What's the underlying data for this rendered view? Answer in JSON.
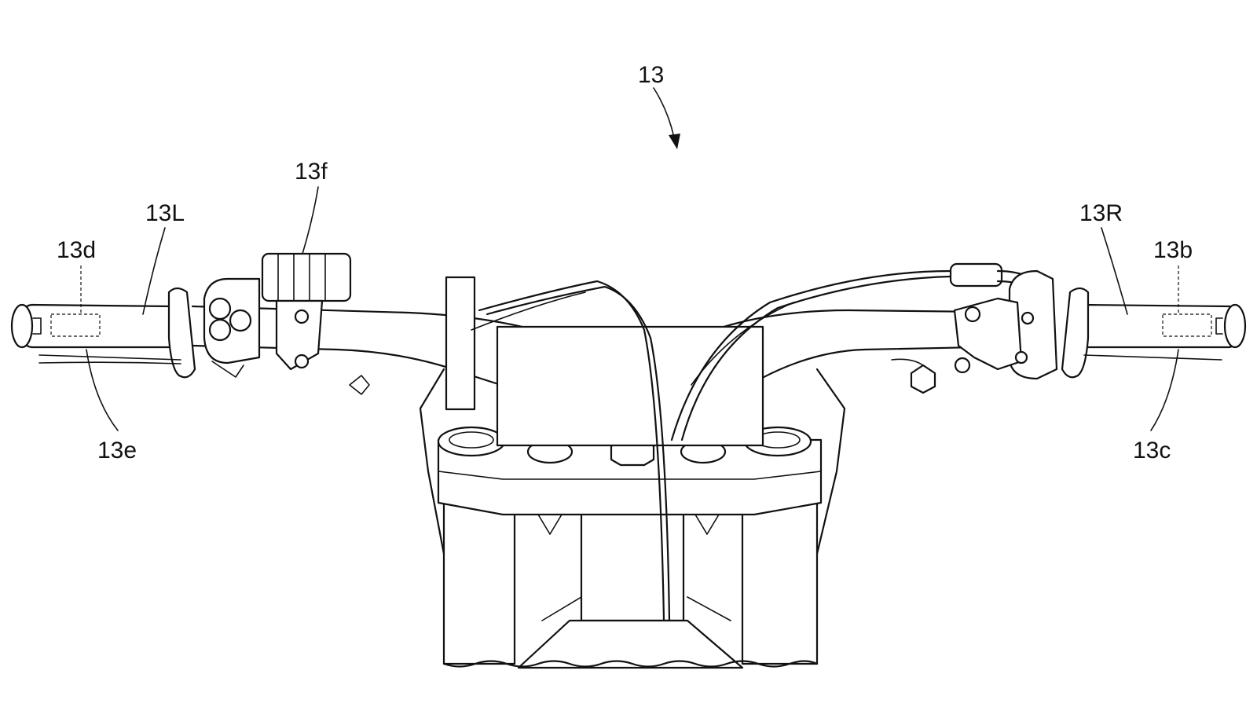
{
  "figure": {
    "labels": {
      "assembly": "13",
      "left_handlebar": "13L",
      "right_handlebar": "13R",
      "left_grip_sensor": "13d",
      "left_lower": "13e",
      "switch_unit": "13f",
      "right_grip_sensor": "13b",
      "right_lower": "13c"
    }
  }
}
